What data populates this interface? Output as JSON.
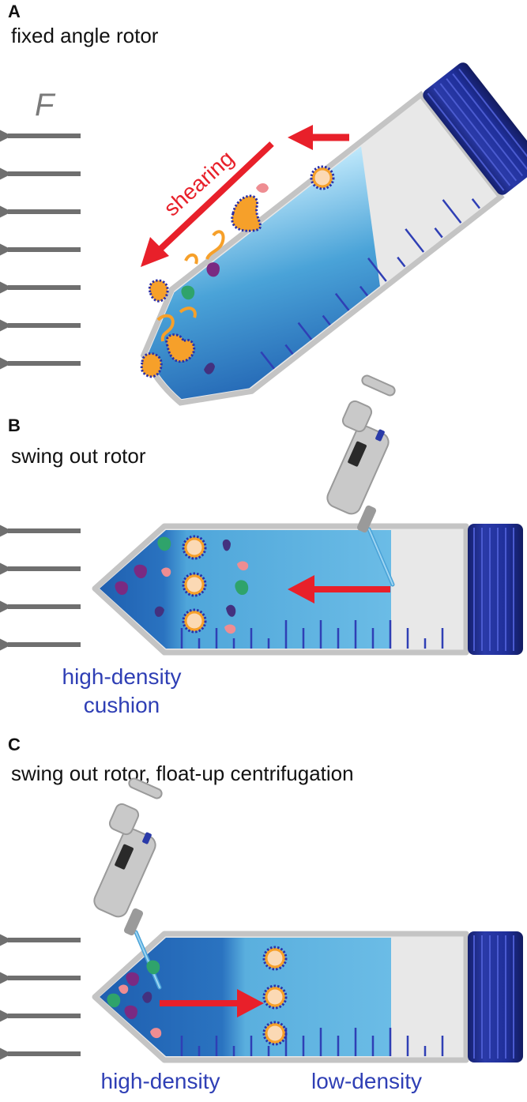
{
  "panels": [
    {
      "letter": "A",
      "title": "fixed angle rotor",
      "force_label": "F",
      "arrow_label": "shearing"
    },
    {
      "letter": "B",
      "title": "swing out rotor",
      "bottom_label_line1": "high-density",
      "bottom_label_line2": "cushion"
    },
    {
      "letter": "C",
      "title": "swing out rotor, float-up centrifugation",
      "left_label": "high-density",
      "right_label": "low-density"
    }
  ],
  "colors": {
    "arrow_gray": "#6f6f6f",
    "arrow_red": "#e8202a",
    "liquid_light": "#8fd0ef",
    "liquid_mid": "#4aa3d8",
    "liquid_dark": "#1f5fb0",
    "tube_glass": "#e3e3e3",
    "tube_outline": "#c4c4c4",
    "cap_blue": "#1f2f9a",
    "cap_dark": "#15206e",
    "label_blue": "#2f3fb5",
    "vesicle_orange": "#f6a02a",
    "vesicle_core": "#fbd9b4",
    "vesicle_dots": "#2a2fa8",
    "protein_green": "#2fa36b",
    "protein_purple": "#7a2a82",
    "protein_pink": "#ee8d92",
    "protein_indigo": "#43317f",
    "pipette_gray": "#c9c9c9"
  }
}
